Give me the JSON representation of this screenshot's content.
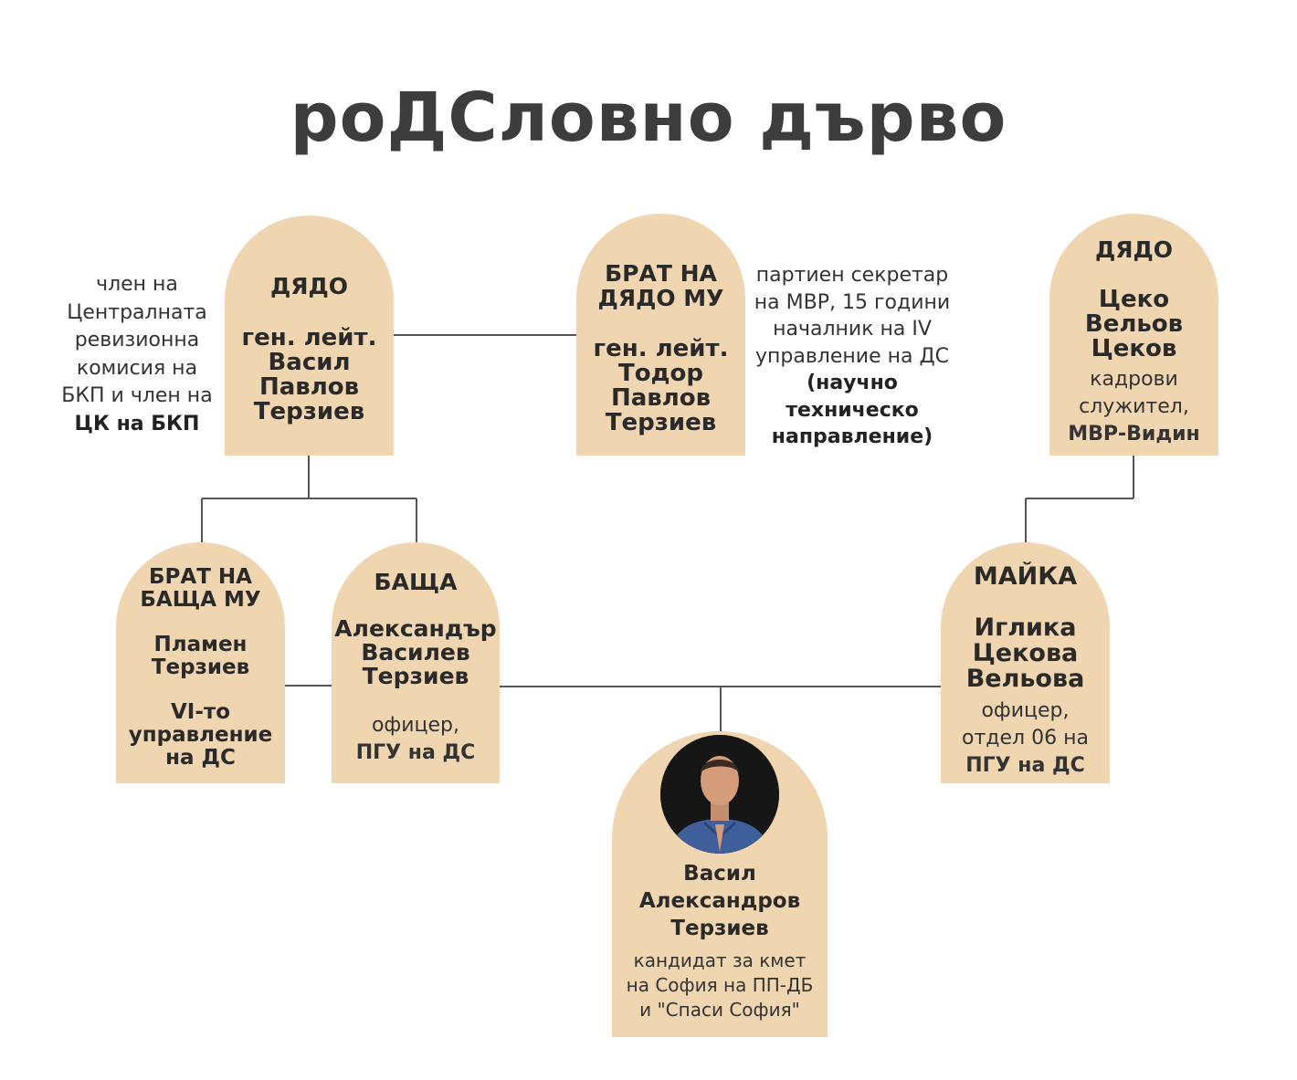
{
  "title": "роДСловно дърво",
  "colors": {
    "card": "#efd5b0",
    "line": "#555555",
    "title": "#3d3d3d"
  },
  "left_note": {
    "lines": [
      "член на",
      "Централната",
      "ревизионна",
      "комисия на",
      "БКП и член на"
    ],
    "bold": "ЦК на БКП"
  },
  "grandfather_paternal": {
    "role": "ДЯДО",
    "name_lines": [
      "ген. лейт.",
      "Васил",
      "Павлов",
      "Терзиев"
    ]
  },
  "great_uncle": {
    "role_lines": [
      "БРАТ НА",
      "ДЯДО МУ"
    ],
    "name_lines": [
      "ген. лейт.",
      "Тодор",
      "Павлов",
      "Терзиев"
    ]
  },
  "great_uncle_note": {
    "lines": [
      "партиен секретар",
      "на МВР, 15 години",
      "началник на IV",
      "управление на ДС"
    ],
    "bold_lines": [
      "(научно",
      "техническо",
      "направление)"
    ]
  },
  "grandfather_maternal": {
    "role": "ДЯДО",
    "name_lines": [
      "Цеко",
      "Вельов",
      "Цеков"
    ],
    "desc_lines": [
      "кадрови",
      "служител,"
    ],
    "desc_bold": "МВР-Видин"
  },
  "uncle": {
    "role_lines": [
      "БРАТ НА",
      "БАЩА МУ"
    ],
    "name_lines": [
      "Пламен",
      "Терзиев"
    ],
    "desc_bold_lines": [
      "VI-то",
      "управление",
      "на ДС"
    ]
  },
  "father": {
    "role": "БАЩА",
    "name_lines": [
      "Александър",
      "Василев",
      "Терзиев"
    ],
    "desc": "офицер,",
    "desc_bold": "ПГУ на ДС"
  },
  "mother": {
    "role": "МАЙКА",
    "name_lines": [
      "Иглика",
      "Цекова",
      "Вельова"
    ],
    "desc_lines": [
      "офицер,",
      "отдел 06 на"
    ],
    "desc_bold": "ПГУ на ДС"
  },
  "subject": {
    "name_lines": [
      "Васил",
      "Александров",
      "Терзиев"
    ],
    "desc_lines": [
      "кандидат за кмет",
      "на София на ПП-ДБ",
      "и \"Спаси София\""
    ]
  }
}
